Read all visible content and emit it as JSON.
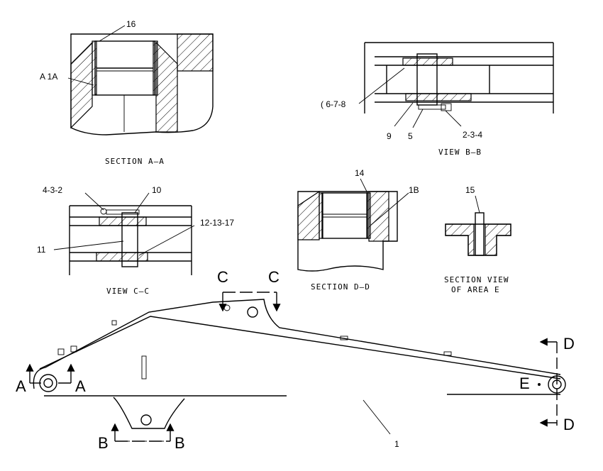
{
  "views": {
    "section_aa": {
      "title": "SECTION A–A",
      "callouts": [
        "16",
        "A 1A"
      ]
    },
    "view_bb": {
      "title": "VIEW B–B",
      "callouts": [
        "( 6-7-8",
        "9",
        "5",
        "2-3-4"
      ]
    },
    "view_cc": {
      "title": "VIEW C–C",
      "callouts": [
        "4-3-2",
        "10",
        "12-13-17",
        "11"
      ]
    },
    "section_dd": {
      "title": "SECTION D–D",
      "callouts": [
        "14",
        "1B"
      ]
    },
    "section_e": {
      "title_line1": "SECTION VIEW",
      "title_line2": "OF AREA E",
      "callouts": [
        "15"
      ]
    }
  },
  "boom": {
    "part_number": "1",
    "markers": {
      "a_left": "A",
      "a_right": "A",
      "b_left": "B",
      "b_right": "B",
      "c_left": "C",
      "c_right": "C",
      "d_top": "D",
      "d_bottom": "D",
      "e": "E"
    }
  }
}
